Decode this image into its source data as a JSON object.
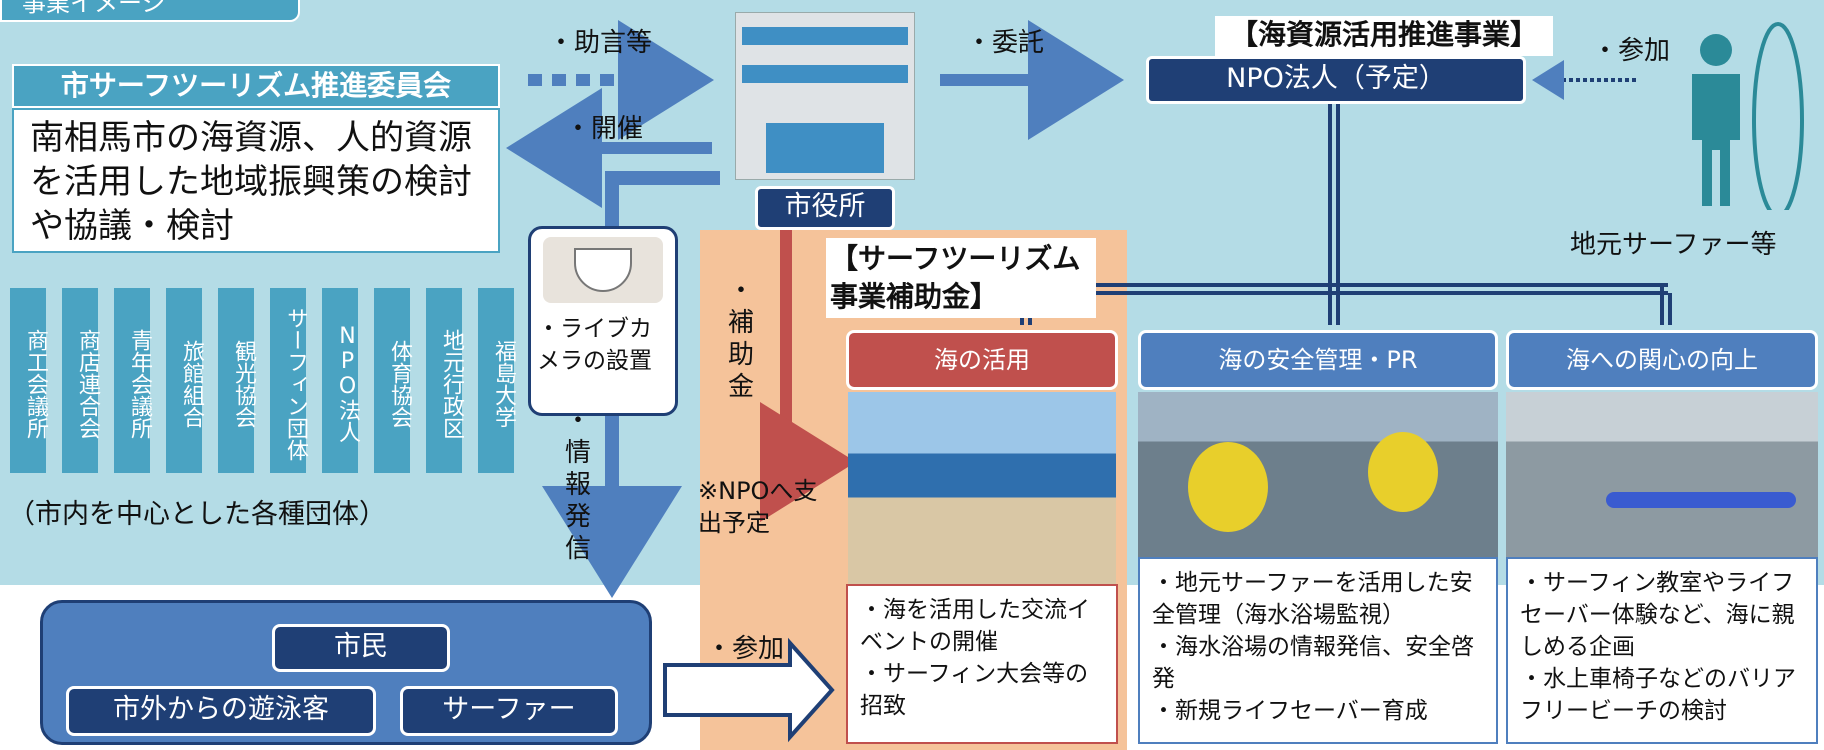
{
  "tag": "事業イメージ",
  "committee": {
    "title": "市サーフツーリズム推進委員会",
    "body": "南相馬市の海資源、人的資源を活用した地域振興策の検討や協議・検討"
  },
  "groups": [
    "商工会議所",
    "商店連合会",
    "青年会議所",
    "旅館組合",
    "観光協会",
    "サーフィン団体",
    "NPO法人",
    "体育協会",
    "地元行政区",
    "福島大学"
  ],
  "groups_caption": "（市内を中心とした各種団体）",
  "arrows": {
    "advice": "・助言等",
    "hold": "・開催",
    "consign": "・委託",
    "join_top": "・参加",
    "subsidy": "・補助金",
    "info": "・情報発信",
    "join_bottom": "・参加"
  },
  "city_hall": "市役所",
  "camera": "・ライブカメラの設置",
  "npo_section": {
    "title": "【海資源活用推進事業】",
    "npo": "NPO法人（予定）"
  },
  "surfer_label": "地元サーファー等",
  "subsidy_title": "【サーフツーリズム事業補助金】",
  "npo_note": "※NPOへ支出予定",
  "citizens": {
    "main": "市民",
    "visitors": "市外からの遊泳客",
    "surfers": "サーファー"
  },
  "panels": [
    {
      "title": "海の活用",
      "desc": [
        "・海を活用した交流イベントの開催",
        "・サーフィン大会等の招致"
      ]
    },
    {
      "title": "海の安全管理・PR",
      "desc": [
        "・地元サーファーを活用した安全管理（海水浴場監視）",
        "・海水浴場の情報発信、安全啓発",
        "・新規ライフセーバー育成"
      ]
    },
    {
      "title": "海への関心の向上",
      "desc": [
        "・サーフィン教室やライフセーバー体験など、海に親しめる企画",
        "・水上車椅子などのバリアフリービーチの検討"
      ]
    }
  ],
  "colors": {
    "teal": "#4aa3c2",
    "navy": "#1f3f75",
    "mid_blue": "#4f7fbe",
    "red": "#c0504d",
    "orange_bg": "#f5c39a",
    "light_blue_bg": "#b4dce6"
  }
}
